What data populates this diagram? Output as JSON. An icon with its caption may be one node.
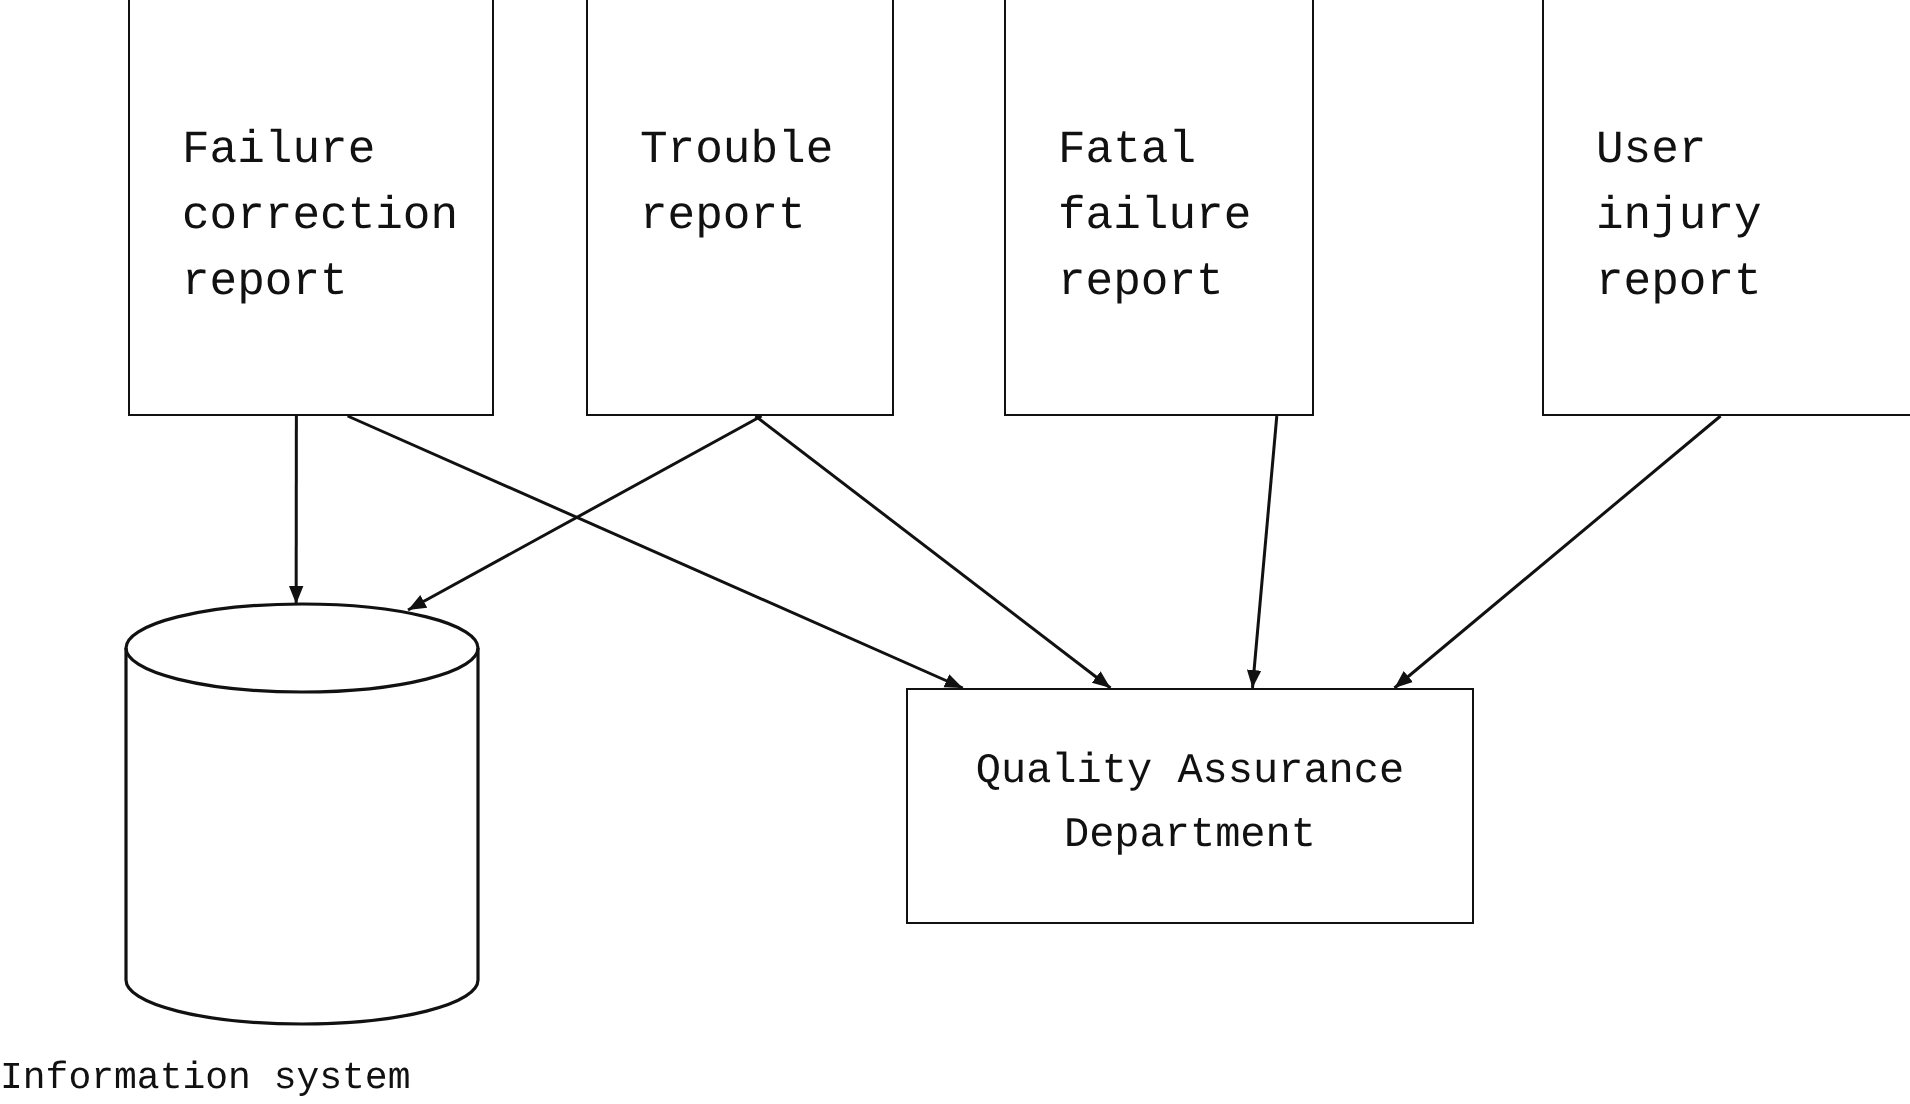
{
  "diagram": {
    "nodes": [
      {
        "text": [
          "Failure correction report"
        ]
      },
      {
        "text": [
          "Trouble report"
        ]
      },
      {
        "text": [
          "Fatal failure report"
        ]
      },
      {
        "text": [
          "User injury report"
        ]
      },
      {
        "text": [
          "Information system"
        ]
      },
      {
        "text": [
          "Quality Assurance Department"
        ]
      }
    ],
    "edges": [
      {
        "from": 0,
        "to": 4,
        "arrow": "to"
      },
      {
        "from": 0,
        "to": 5,
        "arrow": "to"
      },
      {
        "from": 1,
        "to": 4,
        "arrow": "to"
      },
      {
        "from": 1,
        "to": 5,
        "arrow": "to"
      },
      {
        "from": 2,
        "to": 5,
        "arrow": "to"
      },
      {
        "from": 3,
        "to": 5,
        "arrow": "to"
      }
    ]
  }
}
